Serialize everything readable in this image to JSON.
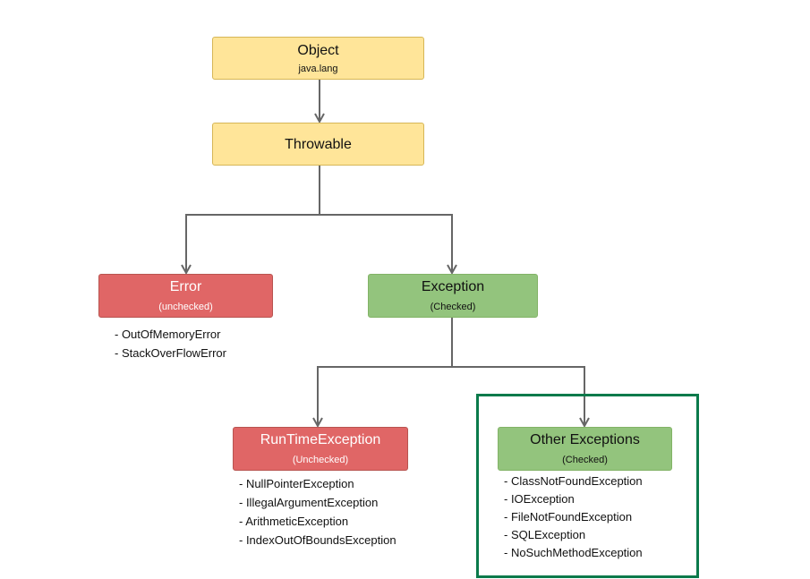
{
  "nodes": {
    "object": {
      "title": "Object",
      "sub": "java.lang"
    },
    "throwable": {
      "title": "Throwable"
    },
    "error": {
      "title": "Error",
      "sub": "(unchecked)"
    },
    "exception": {
      "title": "Exception",
      "sub": "(Checked)"
    },
    "runtime": {
      "title": "RunTimeException",
      "sub": "(Unchecked)"
    },
    "other": {
      "title": "Other Exceptions",
      "sub": "(Checked)"
    }
  },
  "lists": {
    "error_items": [
      "- OutOfMemoryError",
      "- StackOverFlowError"
    ],
    "runtime_items": [
      "- NullPointerException",
      "- IllegalArgumentException",
      "- ArithmeticException",
      "- IndexOutOfBoundsException"
    ],
    "other_items": [
      "- ClassNotFoundException",
      "- IOException",
      "- FileNotFoundException",
      "- SQLException",
      "- NoSuchMethodException"
    ]
  },
  "colors": {
    "object_fill": "#ffe599",
    "error_fill": "#e06666",
    "exception_fill": "#93c47d",
    "connector": "#666666",
    "highlight": "#0b7a4b"
  }
}
